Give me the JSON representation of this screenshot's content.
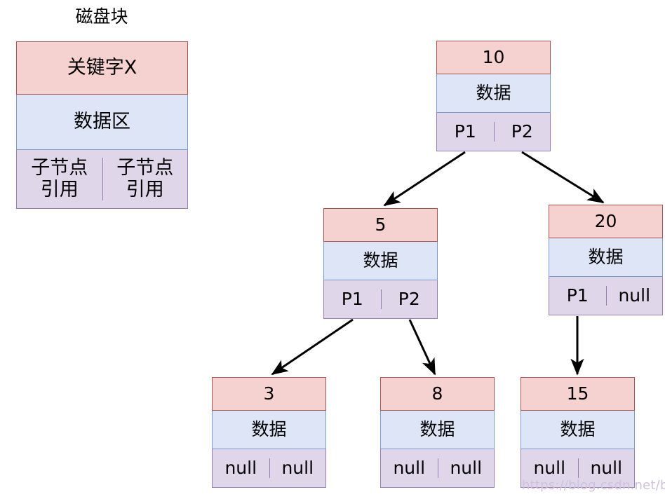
{
  "legend": {
    "title": "磁盘块",
    "key_label": "关键字X",
    "data_label": "数据区",
    "pointer_left": "子节点\n引用",
    "pointer_right": "子节点\n引用"
  },
  "colors": {
    "key_fill": "#f5d1cf",
    "key_border": "#a65450",
    "data_fill": "#dde5f7",
    "data_border": "#7b9bd0",
    "pointer_fill": "#e0d6ea",
    "pointer_border": "#9a7eb2",
    "arrow": "#000000",
    "watermark": "#cfc2dd",
    "background": "#ffffff"
  },
  "tree": {
    "data_label": "数据",
    "nodes": [
      {
        "id": "root",
        "key": "10",
        "data": "数据",
        "ptr_left": "P1",
        "ptr_right": "P2"
      },
      {
        "id": "n5",
        "key": "5",
        "data": "数据",
        "ptr_left": "P1",
        "ptr_right": "P2"
      },
      {
        "id": "n20",
        "key": "20",
        "data": "数据",
        "ptr_left": "P1",
        "ptr_right": "null"
      },
      {
        "id": "n3",
        "key": "3",
        "data": "数据",
        "ptr_left": "null",
        "ptr_right": "null"
      },
      {
        "id": "n8",
        "key": "8",
        "data": "数据",
        "ptr_left": "null",
        "ptr_right": "null"
      },
      {
        "id": "n15",
        "key": "15",
        "data": "数据",
        "ptr_left": "null",
        "ptr_right": "null"
      }
    ],
    "edges": [
      {
        "from": "root.P1",
        "to": "n5"
      },
      {
        "from": "root.P2",
        "to": "n20"
      },
      {
        "from": "n5.P1",
        "to": "n3"
      },
      {
        "from": "n5.P2",
        "to": "n8"
      },
      {
        "from": "n20.P1",
        "to": "n15"
      }
    ]
  },
  "watermark": "https://blog.csdn.net/b_x_p"
}
